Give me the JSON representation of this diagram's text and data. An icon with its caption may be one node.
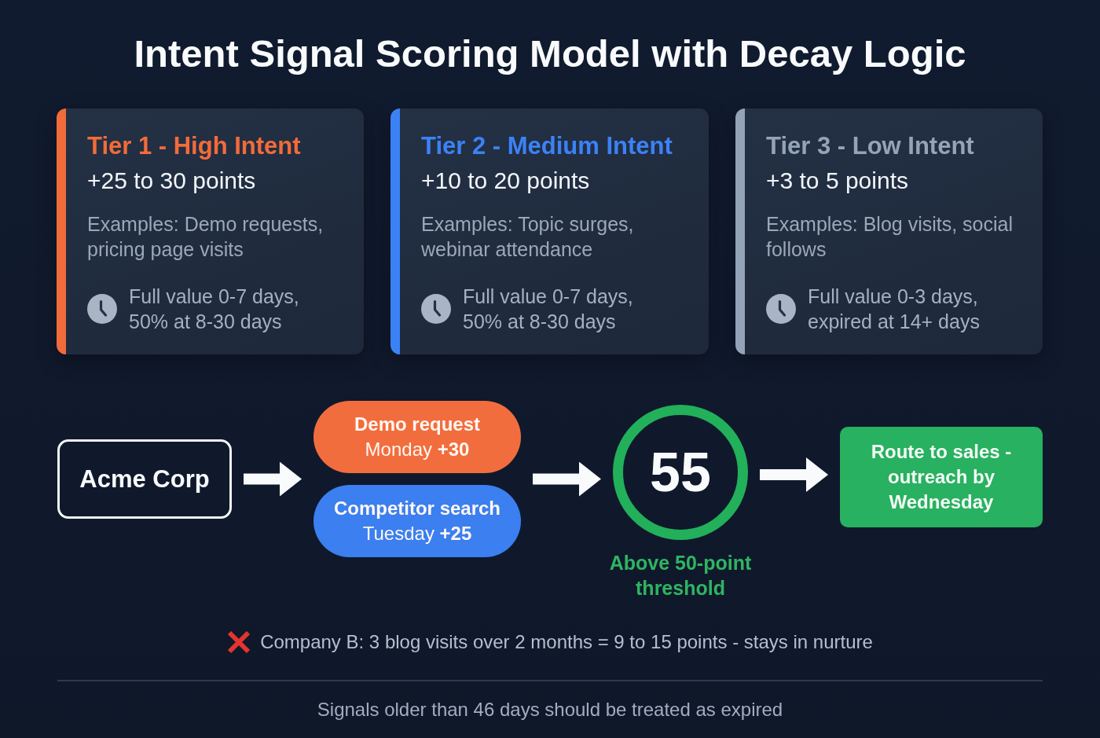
{
  "diagram": {
    "title": "Intent Signal Scoring Model with Decay Logic",
    "nodes": [
      {
        "text": [
          "Tier 1 - High Intent",
          "+25 to 30 points",
          "Examples: Demo requests, pricing page visits",
          "Full value 0-7 days, 50% at 8-30 days"
        ]
      },
      {
        "text": [
          "Tier 2 - Medium Intent",
          "+10 to 20 points",
          "Examples: Topic surges, webinar attendance",
          "Full value 0-7 days, 50% at 8-30 days"
        ]
      },
      {
        "text": [
          "Tier 3 - Low Intent",
          "+3 to 5 points",
          "Examples: Blog visits, social follows",
          "Full value 0-3 days, expired at 14+ days"
        ]
      },
      {
        "text": [
          "Acme Corp"
        ]
      },
      {
        "text": [
          "Demo request",
          "Monday **+30**"
        ]
      },
      {
        "text": [
          "Competitor search",
          "Tuesday **+25**"
        ]
      },
      {
        "text": [
          "55"
        ],
        "beside": [
          "Above 50-point threshold"
        ]
      },
      {
        "text": [
          "Route to sales - outreach by Wednesday"
        ]
      }
    ],
    "edges": [
      {
        "from": 3,
        "to": 4,
        "arrow": "to"
      },
      {
        "from": 3,
        "to": 5,
        "arrow": "to"
      },
      {
        "from": 4,
        "to": 6,
        "arrow": "to"
      },
      {
        "from": 5,
        "to": 6,
        "arrow": "to"
      },
      {
        "from": 6,
        "to": 7,
        "arrow": "to"
      }
    ],
    "labels": [
      "Company B: 3 blog visits over 2 months = 9 to 15 points - stays in nurture",
      "Signals older than 46 days should be treated as expired"
    ]
  }
}
